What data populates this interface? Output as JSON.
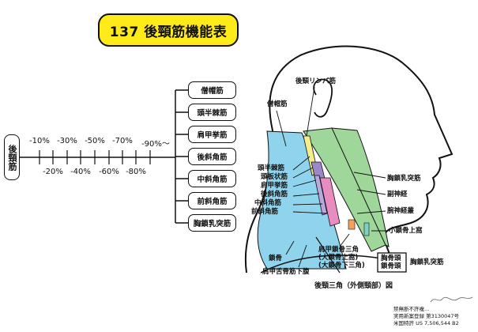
{
  "title": "137 後頸筋機能表",
  "root_label": "後頸筋",
  "scale": {
    "upper": [
      "-10%",
      "-30%",
      "-50%",
      "-70%",
      "-90%〜"
    ],
    "lower": [
      "-20%",
      "-40%",
      "-60%",
      "-80%"
    ]
  },
  "muscles": [
    "僧帽筋",
    "頭半棘筋",
    "肩甲挙筋",
    "後斜角筋",
    "中斜角筋",
    "前斜角筋",
    "胸鎖乳突筋"
  ],
  "figure": {
    "caption": "後頸三角（外側頸部）図",
    "labels": {
      "lymph": "後頸リンパ筋",
      "trapezius": "僧帽筋",
      "semispinalis": "頭半棘筋",
      "splenius": "頭板状筋",
      "levator": "肩甲挙筋",
      "posterior_scalene": "後斜角筋",
      "middle_scalene": "中斜角筋",
      "anterior_scalene": "前斜角筋",
      "clavicle": "鎖骨",
      "omohyoid": "肩甲舌骨筋下腹",
      "omoclavicular_1": "肩甲鎖骨三角",
      "omoclavicular_2": "(大鎖骨上窩)",
      "omoclavicular_3": "(大鎖骨下三角)",
      "scm_right": "胸鎖乳突筋",
      "accessory": "副神経",
      "plexus": "腕神経叢",
      "lesser_fossa": "小鎖骨上窩",
      "sternal_1": "胸骨頭",
      "sternal_2": "鎖骨頭",
      "scm_bottom": "胸鎖乳突筋"
    }
  },
  "footer": {
    "line1": "禁無断不許複...",
    "line2": "実用新案登録 第3130047号",
    "line3": "米国特許 US 7,506,544 B2"
  },
  "colors": {
    "title_bg": "#ffeb1a",
    "trapezius": "#8fd3ec",
    "scm": "#9fd79a",
    "semispinalis": "#f3ee8c",
    "levator": "#9c88c8",
    "scalene": "#e98cc0"
  }
}
